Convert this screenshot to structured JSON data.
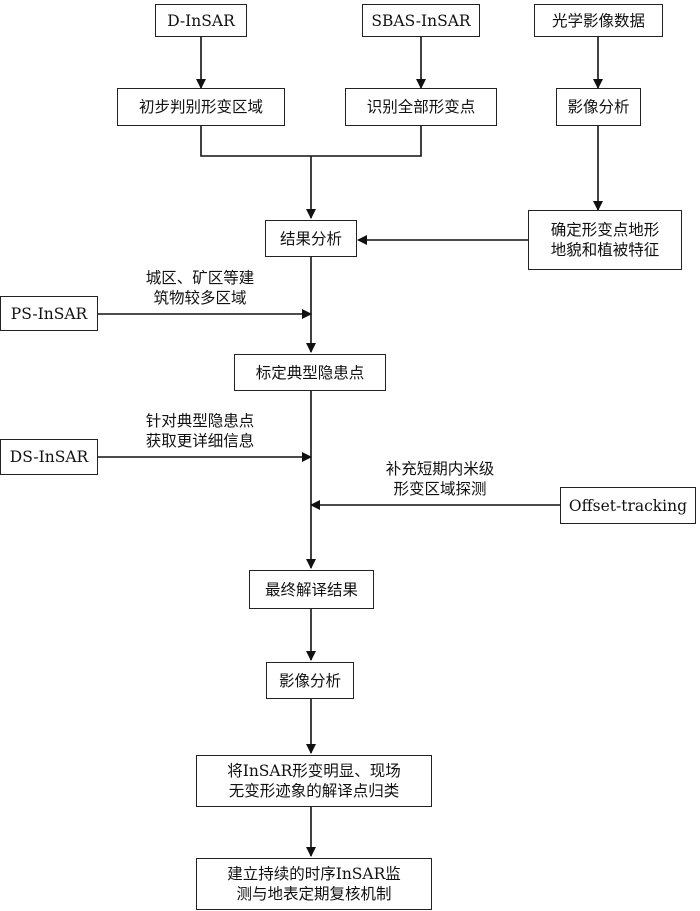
{
  "nodes": {
    "d_insar": "D-InSAR",
    "sbas_insar": "SBAS-InSAR",
    "optical_data": "光学影像数据",
    "preliminary_area": "初步判别形变区域",
    "identify_points": "识别全部形变点",
    "image_analysis_top": "影像分析",
    "result_analysis": "结果分析",
    "confirm_terrain_line1": "确定形变点地形",
    "confirm_terrain_line2": "地貌和植被特征",
    "ps_insar": "PS-InSAR",
    "calibrate_points": "标定典型隐患点",
    "ds_insar": "DS-InSAR",
    "offset_tracking": "Offset-tracking",
    "final_result": "最终解译结果",
    "image_analysis_bottom": "影像分析",
    "classify_line1": "将InSAR形变明显、现场",
    "classify_line2": "无变形迹象的解译点归类",
    "mechanism_line1": "建立持续的时序InSAR监",
    "mechanism_line2": "测与地表定期复核机制"
  },
  "edge_labels": {
    "ps_line1": "城区、矿区等建",
    "ps_line2": "筑物较多区域",
    "ds_line1": "针对典型隐患点",
    "ds_line2": "获取更详细信息",
    "offset_line1": "补充短期内米级",
    "offset_line2": "形变区域探测"
  }
}
